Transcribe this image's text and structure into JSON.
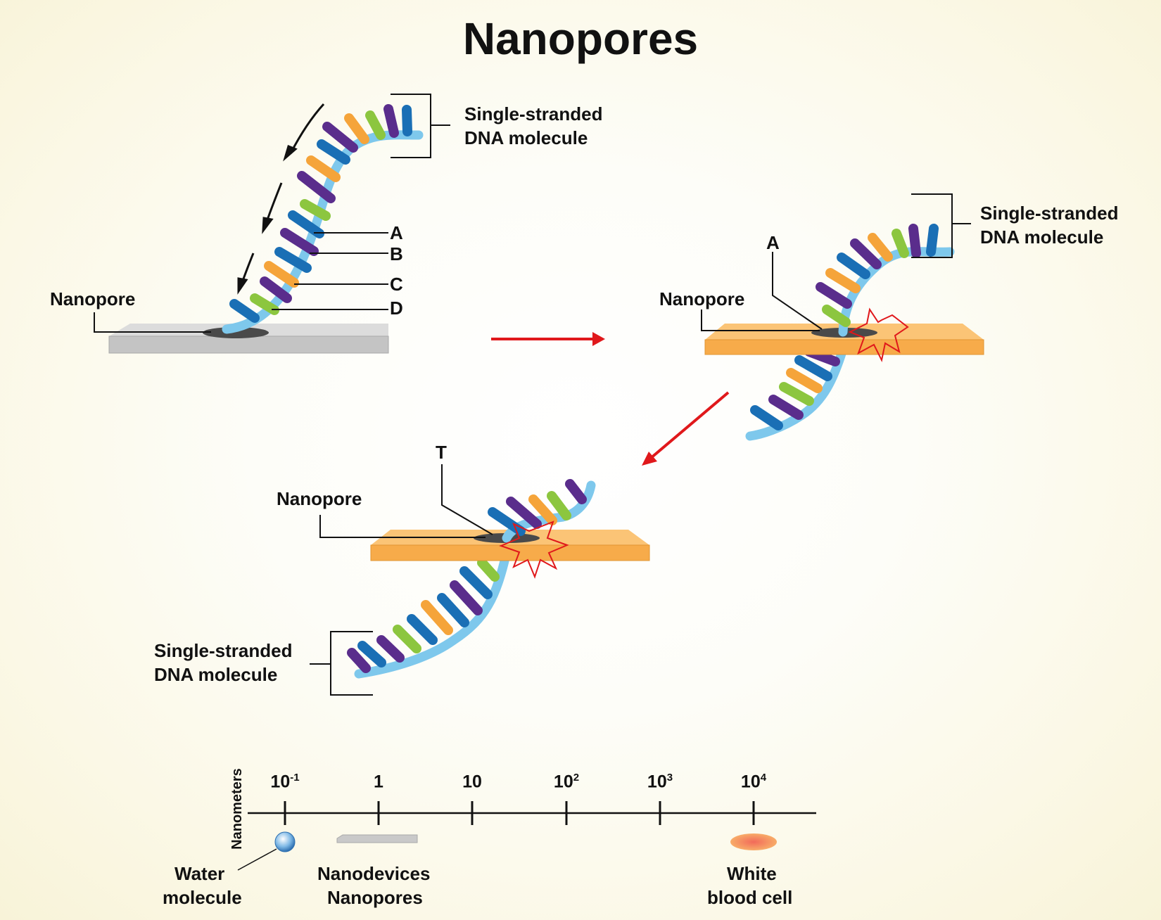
{
  "title": "Nanopores",
  "labels": {
    "ssdna": "Single-stranded",
    "ssdna_line2": "DNA molecule",
    "nanopore": "Nanopore",
    "base_a": "A",
    "base_b": "B",
    "base_c": "C",
    "base_d": "D",
    "base_t": "T"
  },
  "scale": {
    "axis_label": "Nanometers",
    "ticks": [
      {
        "base": "10",
        "exp": "-1"
      },
      {
        "base": "1",
        "exp": ""
      },
      {
        "base": "10",
        "exp": ""
      },
      {
        "base": "10",
        "exp": "2"
      },
      {
        "base": "10",
        "exp": "3"
      },
      {
        "base": "10",
        "exp": "4"
      }
    ],
    "items": {
      "water_line1": "Water",
      "water_line2": "molecule",
      "nano_line1": "Nanodevices",
      "nano_line2": "Nanopores",
      "wbc_line1": "White",
      "wbc_line2": "blood cell"
    }
  },
  "colors": {
    "backbone": "#7ec8ec",
    "blue": "#1a6fb5",
    "purple": "#5a2d8c",
    "orange": "#f5a43a",
    "green": "#8cc63f",
    "membrane_gray": "#c9c9c9",
    "membrane_orange": "#f7ab4a",
    "arrow_red": "#e0181b"
  }
}
